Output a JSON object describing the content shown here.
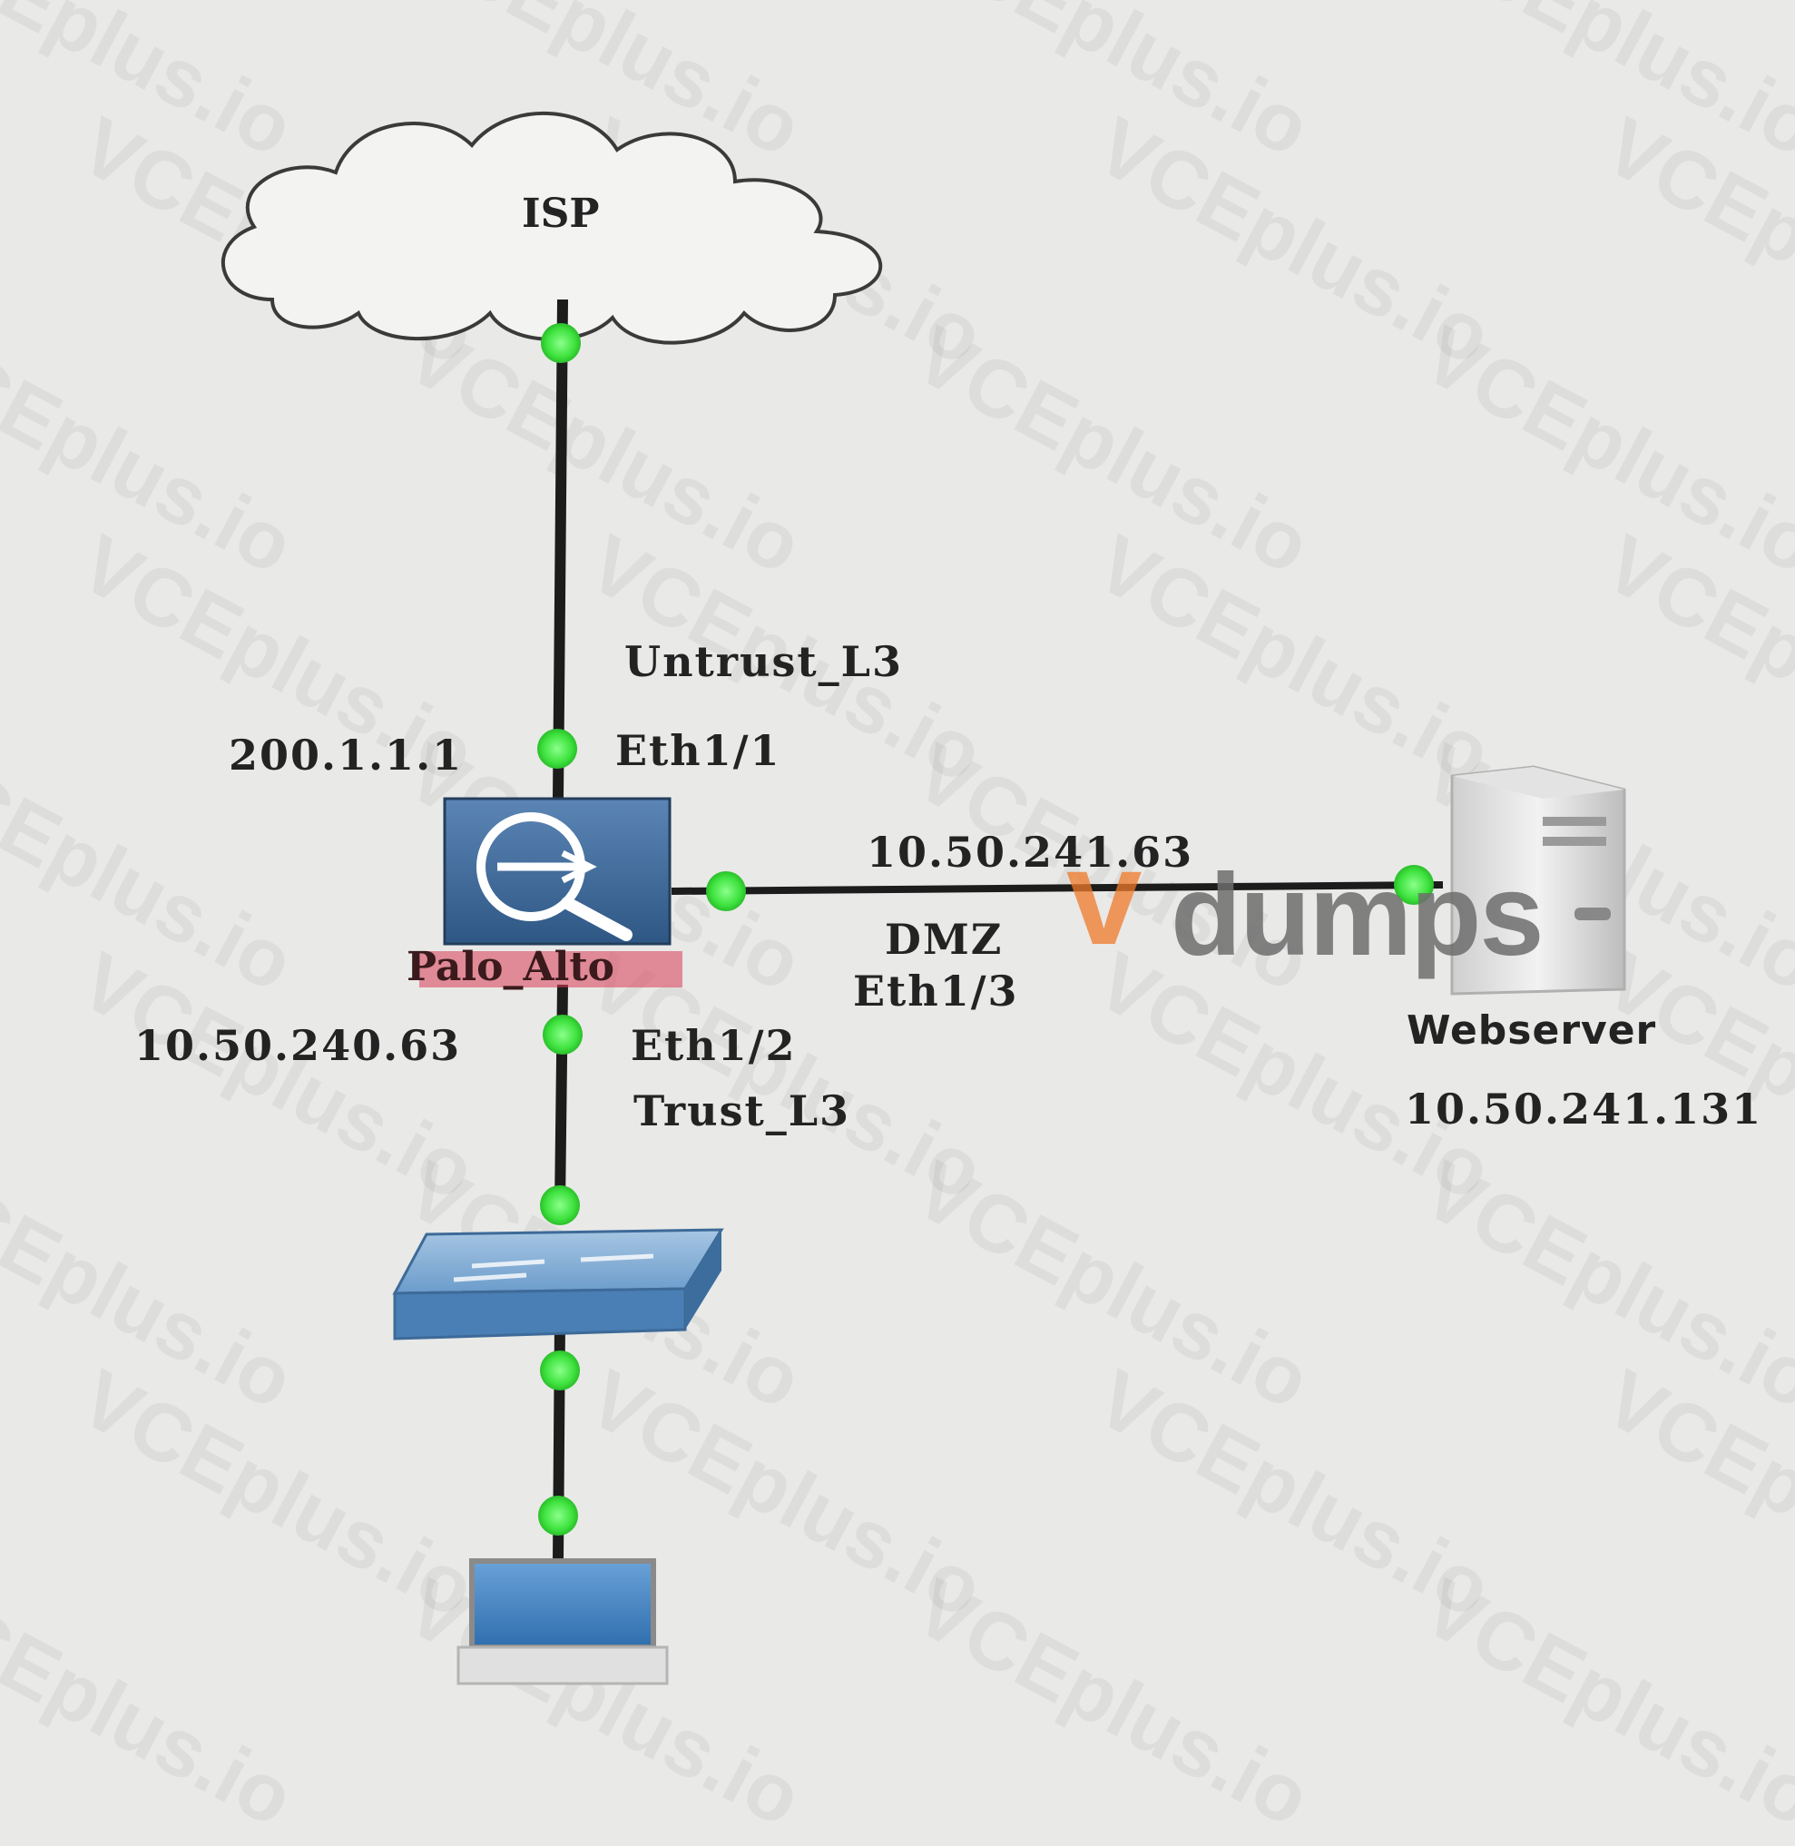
{
  "colors": {
    "background": "#e9e9e7",
    "link": "#1c1c1c",
    "port_dot": "#3fe33f",
    "firewall": "#3d6a98",
    "switch": "#5b8fc1",
    "brand_accent": "#f07a2a"
  },
  "icons": [
    "cloud-icon",
    "firewall-icon",
    "switch-icon",
    "server-icon",
    "pc-icon"
  ],
  "nodes": {
    "isp": "ISP",
    "firewall": "Palo_Alto",
    "webserver": "Webserver",
    "webserver_ip": "10.50.241.131"
  },
  "interfaces": {
    "untrust": {
      "zone": "Untrust_L3",
      "name": "Eth1/1",
      "ip": "200.1.1.1"
    },
    "trust": {
      "zone": "Trust_L3",
      "name": "Eth1/2",
      "ip": "10.50.240.63"
    },
    "dmz": {
      "zone": "DMZ",
      "name": "Eth1/3",
      "ip": "10.50.241.63"
    }
  },
  "watermark": {
    "brand_v": "v",
    "brand_text": "dumps",
    "pattern": "VCEplus.io"
  }
}
